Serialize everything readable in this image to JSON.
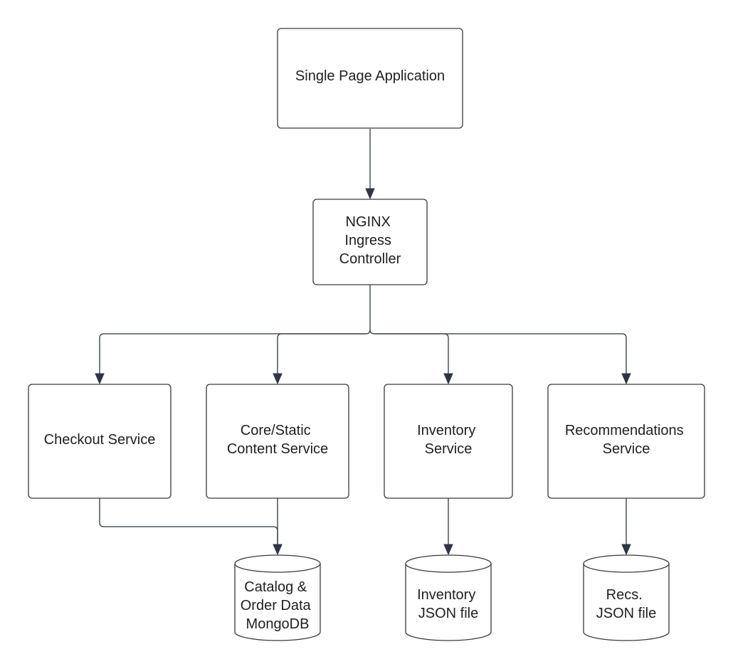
{
  "diagram": {
    "nodes": {
      "spa": {
        "lines": [
          "Single Page Application"
        ]
      },
      "nginx": {
        "lines": [
          "NGINX",
          "Ingress",
          "Controller"
        ]
      },
      "checkout": {
        "lines": [
          "Checkout Service"
        ]
      },
      "core": {
        "lines": [
          "Core/Static",
          "Content Service"
        ]
      },
      "inventory": {
        "lines": [
          "Inventory",
          "Service"
        ]
      },
      "recommendations": {
        "lines": [
          "Recommendations",
          "Service"
        ]
      },
      "mongodb": {
        "lines": [
          "Catalog &",
          "Order Data",
          "MongoDB"
        ]
      },
      "inventory_json": {
        "lines": [
          "Inventory",
          "JSON file"
        ]
      },
      "recs_json": {
        "lines": [
          "Recs.",
          "JSON file"
        ]
      }
    },
    "edges": [
      {
        "from": "spa",
        "to": "nginx"
      },
      {
        "from": "nginx",
        "to": "checkout"
      },
      {
        "from": "nginx",
        "to": "core"
      },
      {
        "from": "nginx",
        "to": "inventory"
      },
      {
        "from": "nginx",
        "to": "recommendations"
      },
      {
        "from": "checkout",
        "to": "mongodb"
      },
      {
        "from": "core",
        "to": "mongodb"
      },
      {
        "from": "inventory",
        "to": "inventory_json"
      },
      {
        "from": "recommendations",
        "to": "recs_json"
      }
    ],
    "colors": {
      "node_border": "#3a3a3a",
      "edge": "#2f3542",
      "text": "#1f1f1f",
      "background": "#ffffff"
    }
  }
}
